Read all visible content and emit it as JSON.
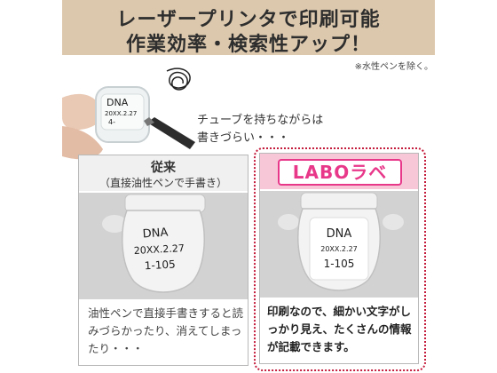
{
  "banner": {
    "line1": "レーザープリンタで印刷可能",
    "line2": "作業効率・検索性アップ！",
    "color": "#dcc8ad"
  },
  "note": "※水性ペンを除く。",
  "intro": {
    "handwritten_label": {
      "line1": "DNA",
      "line2": "20XX.2.27",
      "line3": "4-"
    },
    "caption_line1": "チューブを持ちながらは",
    "caption_line2": "書きづらい・・・"
  },
  "left": {
    "title": "従来",
    "subtitle": "（直接油性ペンで手書き）",
    "tube_label": {
      "line1": "DNA",
      "line2": "20XX.2.27",
      "line3": "1-105"
    },
    "text": "油性ペンで直接手書きすると読みづらかったり、消えてしまったり・・・"
  },
  "right": {
    "brand": "LABOラベ",
    "brand_color": "#e8388a",
    "border_color": "#c41c3c",
    "tube_label": {
      "line1": "DNA",
      "line2": "20XX.2.27",
      "line3": "1-105"
    },
    "text": "印刷なので、細かい文字がしっかり見え、たくさんの情報が記載できます。"
  }
}
